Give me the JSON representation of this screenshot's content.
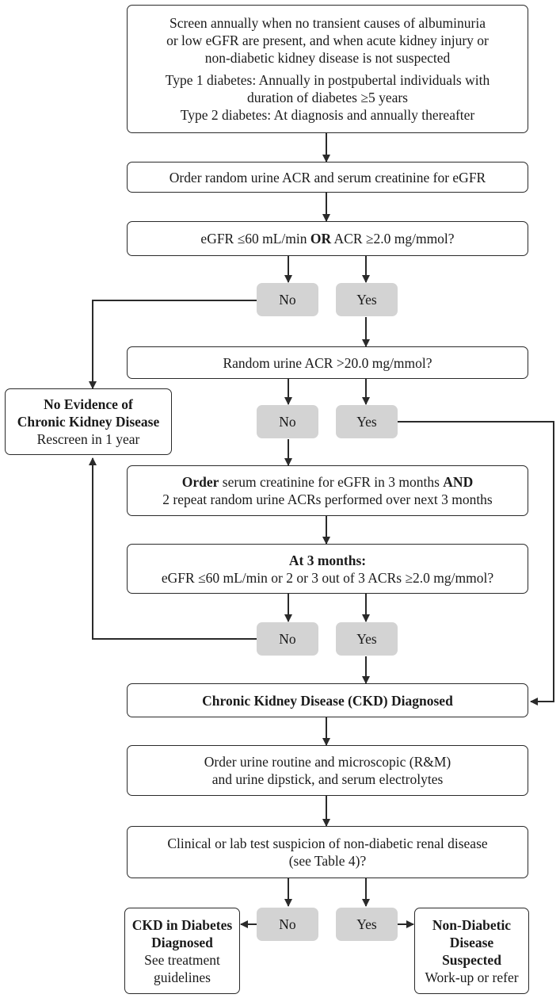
{
  "nodes": {
    "screen": {
      "para1": [
        "Screen annually when no transient causes of albuminuria",
        "or low eGFR are present, and when acute kidney injury or",
        "non-diabetic kidney disease is not suspected"
      ],
      "para2": [
        "Type 1 diabetes: Annually in postpubertal individuals with",
        "duration of diabetes ≥5 years",
        "Type 2 diabetes: At diagnosis and annually thereafter"
      ]
    },
    "order_tests": "Order random urine ACR and serum creatinine for eGFR",
    "egfr_question": {
      "pre": "eGFR ≤60 mL/min ",
      "bold": "OR",
      "post": " ACR ≥2.0 mg/mmol?"
    },
    "random_acr_question": "Random urine ACR >20.0 mg/mmol?",
    "no_ckd": {
      "title_1": "No Evidence of",
      "title_2": "Chronic Kidney Disease",
      "body": "Rescreen in 1 year"
    },
    "repeat_order": {
      "bold_1": "Order",
      "text_1": " serum creatinine for eGFR in 3 months ",
      "bold_2": "AND",
      "line_2": "2 repeat random urine ACRs performed over next 3 months"
    },
    "three_months": {
      "title": "At 3 months:",
      "body": "eGFR ≤60 mL/min or 2 or 3 out of 3 ACRs ≥2.0 mg/mmol?"
    },
    "ckd_diagnosed": "Chronic Kidney Disease (CKD) Diagnosed",
    "urine_tests": [
      "Order urine routine and microscopic (R&M)",
      "and urine dipstick, and serum electrolytes"
    ],
    "suspicion_question": [
      "Clinical or lab test suspicion of non-diabetic renal disease",
      "(see Table 4)?"
    ],
    "ckd_in_diabetes": {
      "title_1": "CKD in Diabetes",
      "title_2": "Diagnosed",
      "body_1": "See treatment",
      "body_2": "guidelines"
    },
    "non_diabetic": {
      "title_1": "Non-Diabetic",
      "title_2": "Disease",
      "title_3": "Suspected",
      "body": "Work-up or refer"
    }
  },
  "decisions": {
    "no": "No",
    "yes": "Yes"
  },
  "colors": {
    "pill": "#d3d3d3",
    "line": "#2a2a2a",
    "border": "#2a2a2a"
  }
}
